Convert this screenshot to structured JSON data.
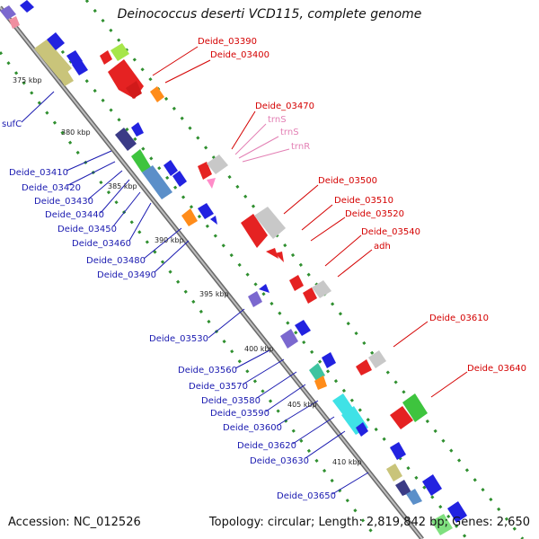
{
  "title": {
    "organism": "Deinococcus deserti VCD115, complete genome"
  },
  "footer": {
    "accession": "Accession: NC_012526",
    "summary": "Topology: circular; Length: 2,819,842 bp; Genes: 2,650"
  },
  "scale_labels": [
    "375 kbp",
    "380 kbp",
    "385 kbp",
    "390 kbp",
    "395 kbp",
    "400 kbp",
    "405 kbp",
    "410 kbp"
  ],
  "forward_gene_labels": [
    "Deide_03390",
    "Deide_03400",
    "Deide_03470",
    "Deide_03500",
    "Deide_03510",
    "Deide_03520",
    "Deide_03540",
    "adh",
    "Deide_03610",
    "Deide_03640"
  ],
  "rna_labels": [
    "trnS",
    "trnS",
    "trnR"
  ],
  "reverse_gene_labels": [
    "sufC",
    "Deide_03410",
    "Deide_03420",
    "Deide_03430",
    "Deide_03440",
    "Deide_03450",
    "Deide_03460",
    "Deide_03480",
    "Deide_03490",
    "Deide_03530",
    "Deide_03560",
    "Deide_03570",
    "Deide_03580",
    "Deide_03590",
    "Deide_03600",
    "Deide_03620",
    "Deide_03630",
    "Deide_03650"
  ],
  "colors": {
    "forward_label": "#d40000",
    "rna_label": "#e37fb4",
    "reverse_label": "#1a1ab0",
    "backbone": "#9c9c9c",
    "dots": "#2f8f2f"
  }
}
